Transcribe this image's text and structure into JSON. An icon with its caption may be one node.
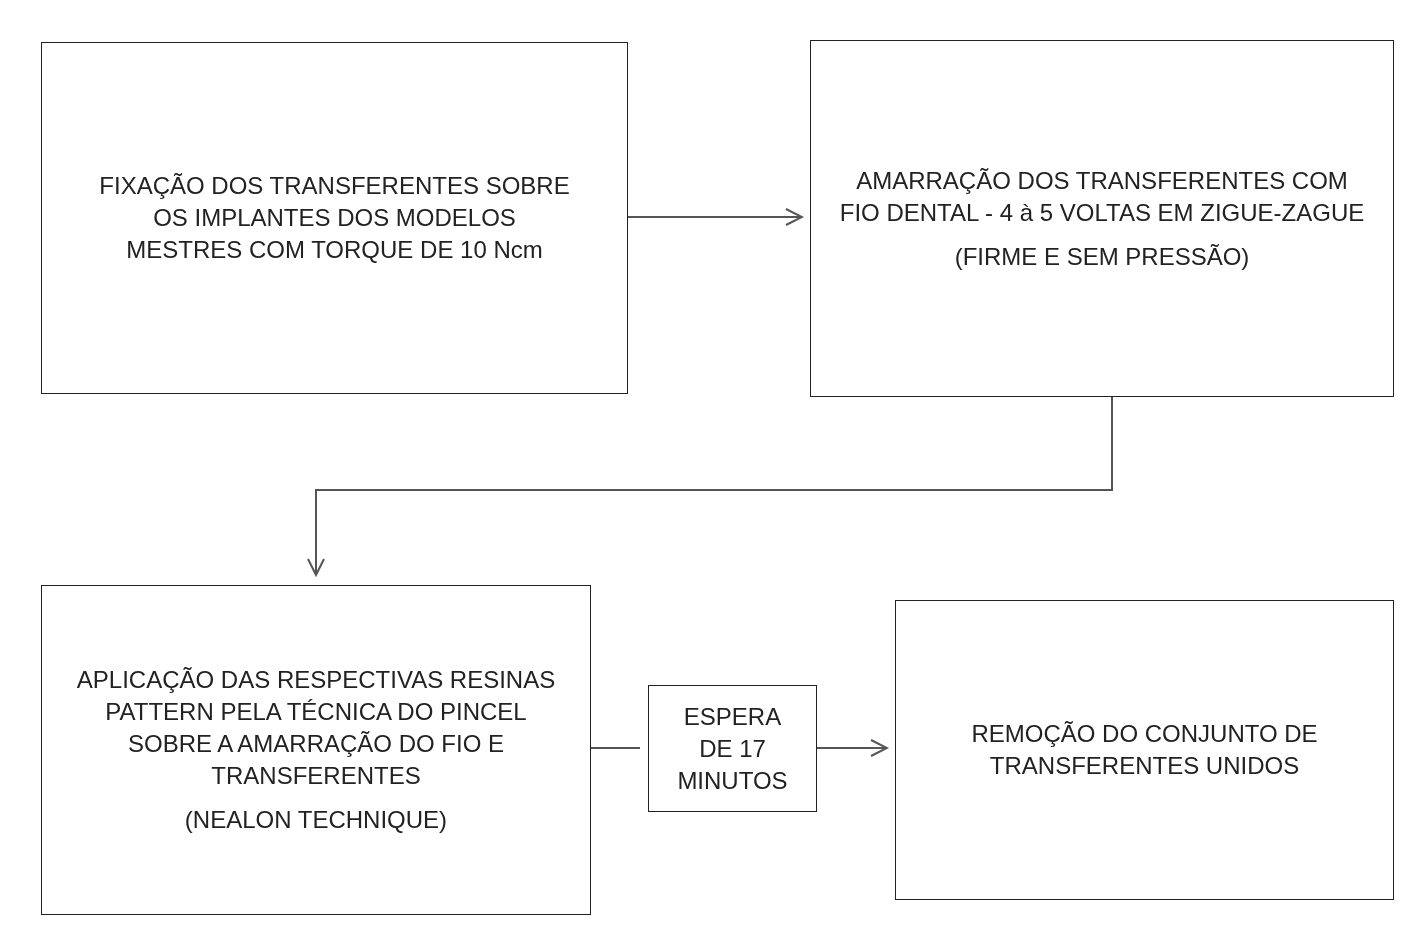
{
  "diagram": {
    "nodes": [
      {
        "text": [
          "FIXAÇÃO DOS TRANSFERENTES SOBRE OS IMPLANTES DOS MODELOS MESTRES COM TORQUE DE 10 Ncm"
        ]
      },
      {
        "text": [
          "AMARRAÇÃO DOS TRANSFERENTES COM FIO DENTAL - 4 à 5 VOLTAS EM ZIGUE-ZAGUE",
          "(FIRME E SEM PRESSÃO)"
        ]
      },
      {
        "text": [
          "APLICAÇÃO DAS RESPECTIVAS RESINAS PATTERN PELA TÉCNICA DO PINCEL SOBRE A AMARRAÇÃO DO FIO E TRANSFERENTES",
          "(NEALON TECHNIQUE)"
        ]
      },
      {
        "text": [
          "ESPERA DE 17 MINUTOS"
        ]
      },
      {
        "text": [
          "REMOÇÃO DO CONJUNTO DE TRANSFERENTES UNIDOS"
        ]
      }
    ],
    "edges": [
      {
        "from": 0,
        "to": 1,
        "arrow": "to"
      },
      {
        "from": 1,
        "to": 2,
        "arrow": "to"
      },
      {
        "from": 2,
        "to": 3,
        "arrow": "none"
      },
      {
        "from": 3,
        "to": 4,
        "arrow": "to"
      }
    ]
  }
}
